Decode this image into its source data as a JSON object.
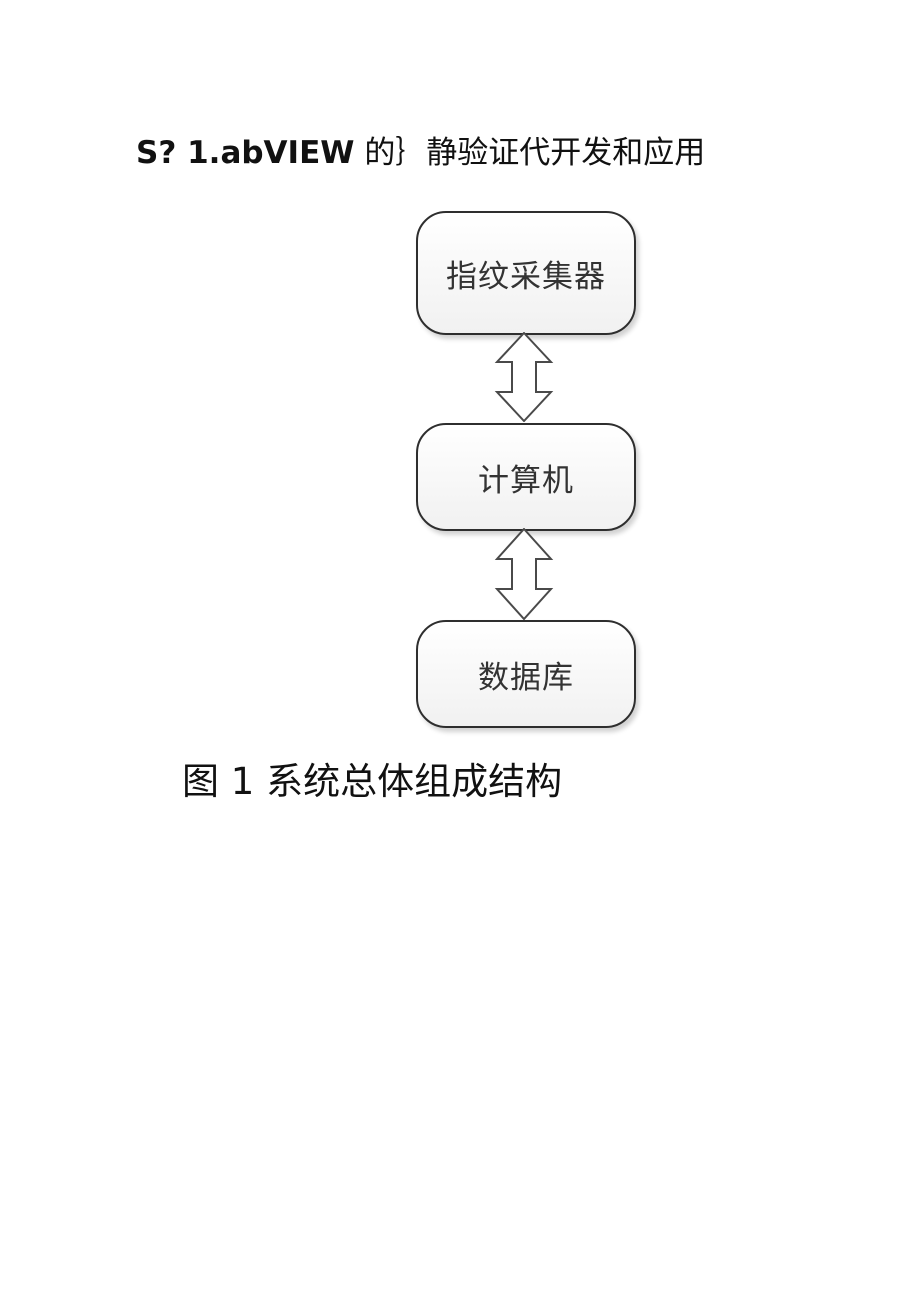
{
  "document": {
    "heading_prefix": "S? 1.abVIEW",
    "heading_suffix": "的｝静验证代开发和应用",
    "caption": "图 1 系统总体组成结构"
  },
  "diagram": {
    "nodes": [
      {
        "label": "指纹采集器"
      },
      {
        "label": "计算机"
      },
      {
        "label": "数据库"
      }
    ],
    "connectors": [
      "bidirectional-arrow",
      "bidirectional-arrow"
    ]
  }
}
